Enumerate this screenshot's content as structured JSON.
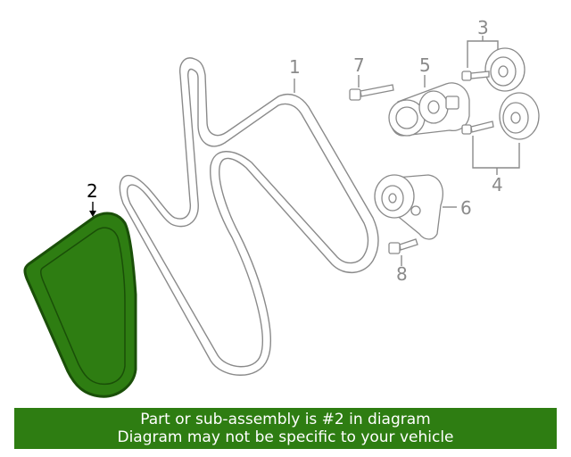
{
  "diagram": {
    "callouts": {
      "serpentine_belt": "1",
      "highlighted_belt": "2",
      "idler_pulleys_top": "3",
      "idler_pulleys_bottom": "4",
      "tensioner_upper": "5",
      "tensioner_lower": "6",
      "upper_bolt": "7",
      "lower_bolt": "8"
    },
    "highlight_color": "#2e7d12"
  },
  "banner": {
    "line1": "Part or sub-assembly is #2 in diagram",
    "line2": "Diagram may not be specific to your vehicle"
  }
}
